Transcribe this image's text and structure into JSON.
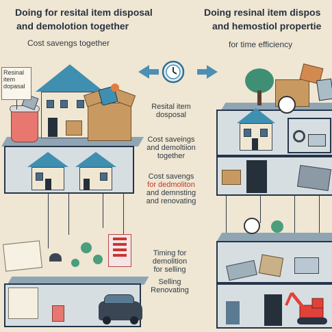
{
  "left_header": {
    "title_line1": "Doing for resital item disposal",
    "title_line2": "and demolotion together",
    "subtitle": "Cost savengs together"
  },
  "right_header": {
    "title_line1": "Doing resinal item dispos",
    "title_line2": "and hemostiol propertie",
    "subtitle": "for time efficiency"
  },
  "sign_note": {
    "line1": "Resinal",
    "line2": "item",
    "line3": "dopasal"
  },
  "center_captions": {
    "block1_line1": "Resital item",
    "block1_line2": "dosposal",
    "block2_line1": "Cost saveings",
    "block2_line2": "and demoltiion",
    "block2_line3": "together",
    "block3_line1": "Cost savengs",
    "block3_line2": "for dedmoliton",
    "block3_line3": "and demnsting",
    "block3_line4": "and renovating",
    "block4_line1": "Timing for",
    "block4_line2": "demolition",
    "block4_line3": "for selling",
    "block4_line4": "Selling",
    "block4_line5": "Renovating"
  },
  "colors": {
    "background": "#efe6d3",
    "accent_teal": "#4b8fb4",
    "roof_teal": "#3f8fb0",
    "text": "#2a3340"
  }
}
